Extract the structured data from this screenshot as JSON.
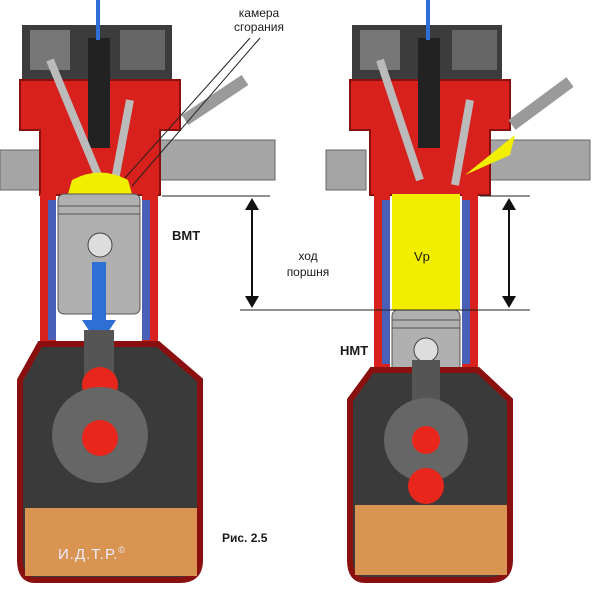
{
  "labels": {
    "combustion_chamber": "камера сгорания",
    "tdc": "ВМТ",
    "piston_stroke": "ход поршня",
    "bdc": "НМТ",
    "displacement": "Vр",
    "figure_caption": "Рис. 2.5",
    "logo": "И.Д.Т.Р.",
    "logo_mark": "©"
  },
  "colors": {
    "block_red": "#d8201c",
    "dark_red": "#8a1010",
    "metal_grey": "#9a9a9a",
    "dark_grey": "#3a3a3a",
    "chamber_yellow": "#f2ee00",
    "liner_blue": "#4a60b8",
    "oil_orange": "#d99452",
    "crank_red": "#e8261c",
    "arrow_blue": "#2e6fd6"
  },
  "icons": {
    "motion_arrow": "down-arrow-icon",
    "stroke_dimension": "double-arrow-icon"
  }
}
